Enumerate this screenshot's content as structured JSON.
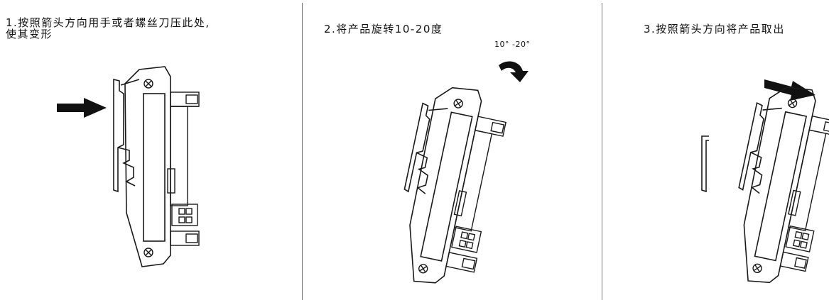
{
  "steps": [
    {
      "number": "1",
      "title": "1.按照箭头方向用手或者螺丝刀压此处,\n 使其变形"
    },
    {
      "number": "2",
      "title": "2.将产品旋转10-20度",
      "angle_label": "10° -20°"
    },
    {
      "number": "3",
      "title": "3.按照箭头方向将产品取出"
    }
  ],
  "colors": {
    "line": "#1a1a1a",
    "divider": "#777777",
    "background": "#ffffff"
  },
  "icons": [
    "push-arrow-icon",
    "rotate-arrow-icon",
    "pull-arrow-icon",
    "screw-icon",
    "din-rail-clip",
    "terminal-block"
  ]
}
